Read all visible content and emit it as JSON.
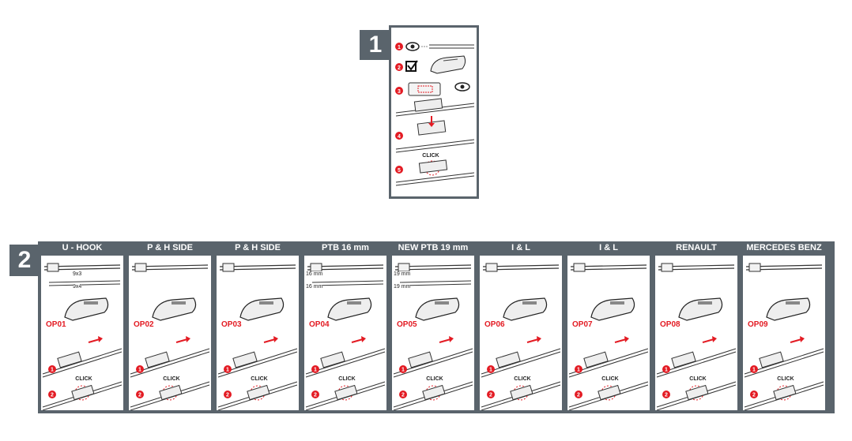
{
  "step1": {
    "number": "1",
    "steps": [
      "1",
      "2",
      "3",
      "4",
      "5"
    ],
    "click_label": "CLICK",
    "icons": [
      "eye-icon",
      "checkmark-icon",
      "eye-icon"
    ]
  },
  "step2": {
    "number": "2",
    "columns": [
      {
        "title": "U - HOOK",
        "code": "OP01",
        "sizes": [
          "9x3",
          "9x4"
        ]
      },
      {
        "title": "P & H SIDE",
        "code": "OP02"
      },
      {
        "title": "P & H SIDE",
        "code": "OP03"
      },
      {
        "title": "PTB 16 mm",
        "code": "OP04",
        "sizes": [
          "16 mm",
          "16 mm"
        ]
      },
      {
        "title": "NEW PTB 19 mm",
        "code": "OP05",
        "sizes": [
          "19 mm",
          "19 mm"
        ]
      },
      {
        "title": "I & L",
        "code": "OP06"
      },
      {
        "title": "I & L",
        "code": "OP07"
      },
      {
        "title": "RENAULT",
        "code": "OP08"
      },
      {
        "title": "MERCEDES BENZ",
        "code": "OP09"
      }
    ],
    "click_label": "CLICK"
  },
  "colors": {
    "panel": "#5a646c",
    "accent": "#e31b23"
  }
}
